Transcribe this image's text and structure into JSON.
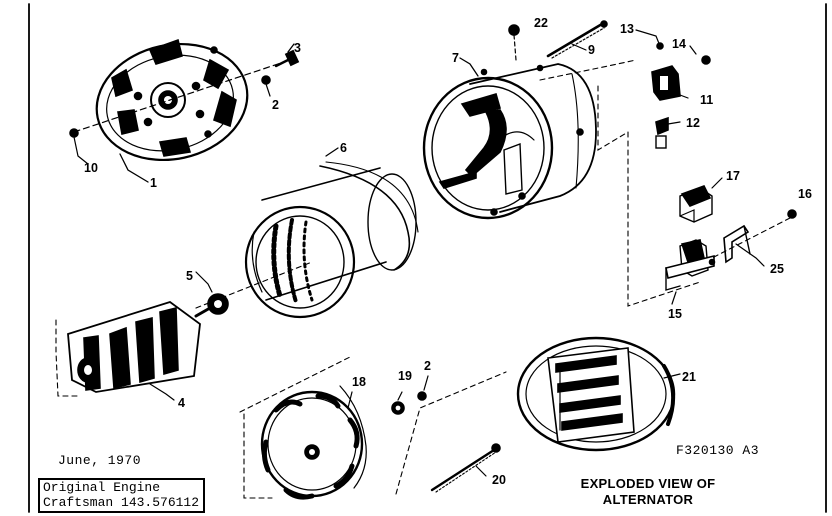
{
  "callouts": {
    "c1": "1",
    "c2a": "2",
    "c2b": "2",
    "c3": "3",
    "c4": "4",
    "c5": "5",
    "c6": "6",
    "c7": "7",
    "c9": "9",
    "c10": "10",
    "c11": "11",
    "c12": "12",
    "c13": "13",
    "c14": "14",
    "c15": "15",
    "c16": "16",
    "c17": "17",
    "c18": "18",
    "c19": "19",
    "c20": "20",
    "c21": "21",
    "c22": "22",
    "c25": "25"
  },
  "footer": {
    "date": "June, 1970",
    "ref_code": "F320130  A3",
    "engine_line1": "Original Engine",
    "engine_line2": "Craftsman 143.576112",
    "title_line1": "EXPLODED VIEW OF",
    "title_line2": "ALTERNATOR"
  }
}
